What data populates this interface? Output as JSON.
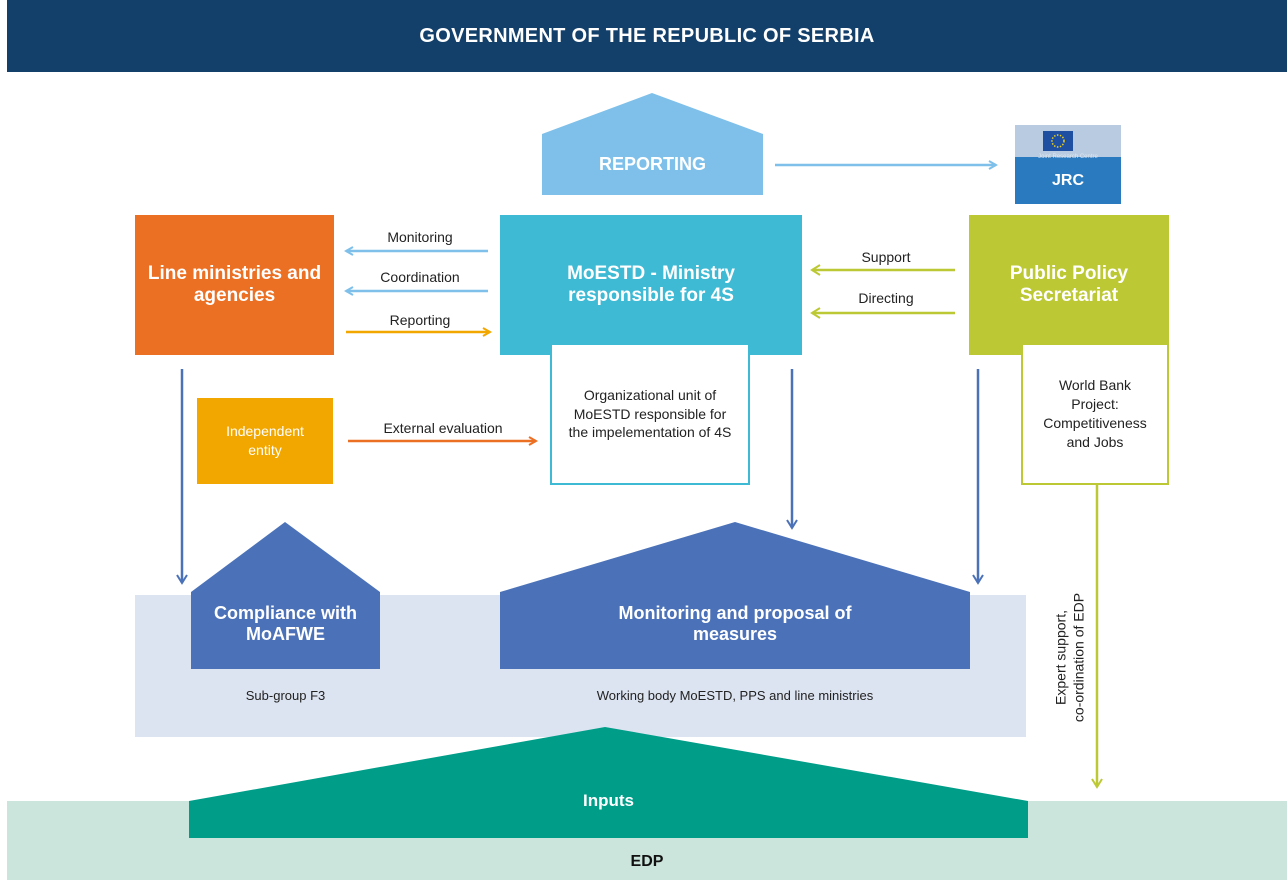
{
  "banner": {
    "title": "GOVERNMENT OF THE REPUBLIC OF SERBIA"
  },
  "reporting": {
    "label": "REPORTING"
  },
  "jrc": {
    "caption": "Joint Research Centre",
    "label": "JRC"
  },
  "line_ministries": {
    "label": "Line ministries and agencies"
  },
  "moestd": {
    "label": "MoESTD - Ministry responsible for 4S"
  },
  "pps": {
    "label": "Public Policy Secretariat"
  },
  "org_unit": {
    "label": "Organizational unit of MoESTD responsible for the impelementation of 4S"
  },
  "world_bank": {
    "label": "World Bank Project: Competitiveness and Jobs"
  },
  "independent": {
    "label": "Independent entity"
  },
  "arrows": {
    "monitoring": "Monitoring",
    "coordination": "Coordination",
    "reporting": "Reporting",
    "support": "Support",
    "directing": "Directing",
    "external_evaluation": "External evaluation",
    "expert_support_1": "Expert support,",
    "expert_support_2": "co-ordination of EDP"
  },
  "compliance": {
    "title": "Compliance with MoAFWE",
    "sub": "Sub-group F3"
  },
  "monitoring_proposal": {
    "title": "Monitoring and proposal of measures",
    "sub": "Working body MoESTD, PPS and line ministries"
  },
  "inputs": {
    "label": "Inputs"
  },
  "edp": {
    "label": "EDP"
  },
  "colors": {
    "navy": "#133f6b",
    "orange": "#ec7024",
    "cyan": "#3fbad5",
    "lime": "#bcc934",
    "amber": "#f2a600",
    "blue": "#4b72b8",
    "teal": "#009e89",
    "light_blue": "#7ec0ea",
    "pale_blue": "#dce3f1",
    "pale_teal": "#cbe5dd"
  }
}
